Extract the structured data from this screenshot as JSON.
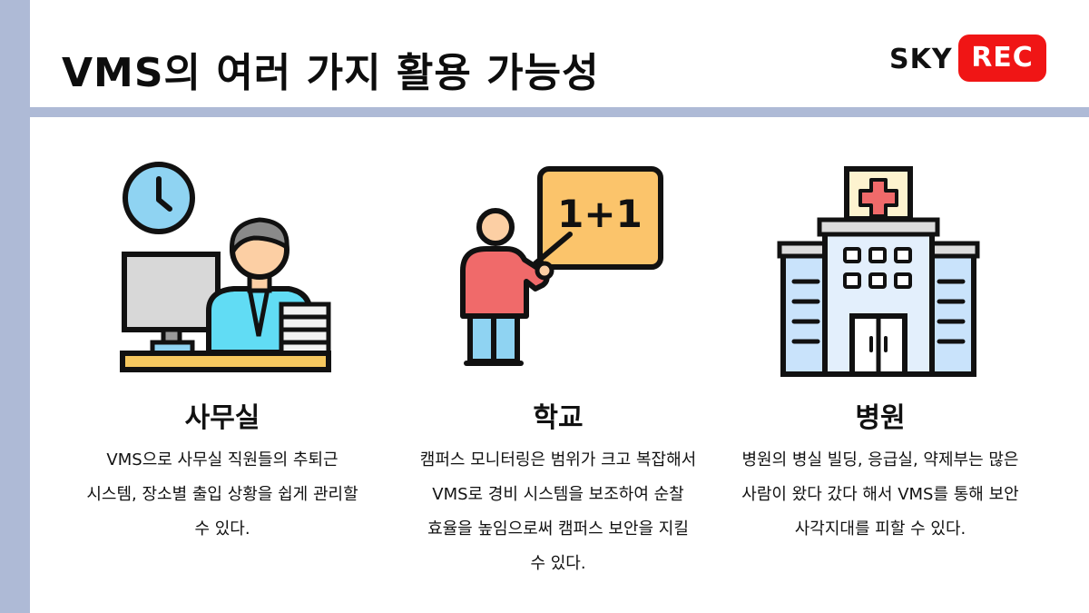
{
  "title": "VMS의 여러 가지 활용 가능성",
  "logo": {
    "left_text": "SKY",
    "right_text": "REC",
    "badge_color": "#f01515"
  },
  "colors": {
    "accent_bar": "#aebad6"
  },
  "cards": [
    {
      "icon": "office-worker-icon",
      "heading": "사무실",
      "body": "VMS으로 사무실 직원들의 추퇴근 시스템, 장소별 출입 상황을 쉽게 관리할 수 있다."
    },
    {
      "icon": "teacher-blackboard-icon",
      "board_text": "1+1",
      "heading": "학교",
      "body": "캠퍼스 모니터링은 범위가 크고 복잡해서 VMS로 경비 시스템을 보조하여 순찰 효율을 높임으로써 캠퍼스 보안을 지킬 수 있다."
    },
    {
      "icon": "hospital-building-icon",
      "heading": "병원",
      "body": "병원의 병실 빌딩, 응급실, 약제부는 많은 사람이 왔다 갔다 해서 VMS를 통해 보안 사각지대를 피할 수 있다."
    }
  ]
}
